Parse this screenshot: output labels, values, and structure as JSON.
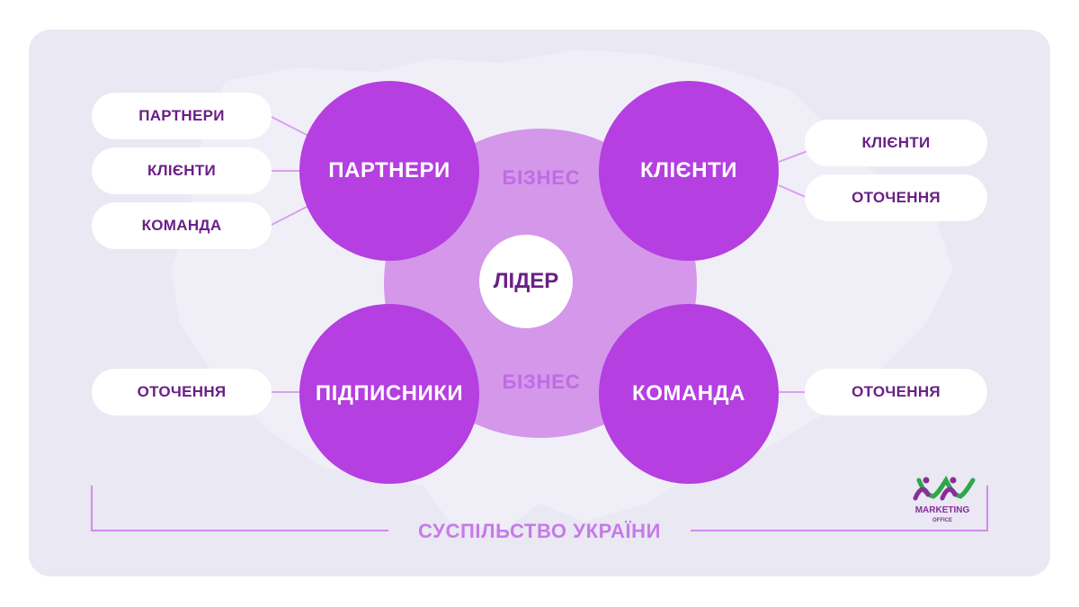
{
  "hub": {
    "center_label": "ЛІДЕР",
    "ring_top_label": "БІЗНЕС",
    "ring_bottom_label": "БІЗНЕС"
  },
  "circles": {
    "top_left": "ПАРТНЕРИ",
    "top_right": "КЛІЄНТИ",
    "bottom_left": "ПІДПИСНИКИ",
    "bottom_right": "КОМАНДА"
  },
  "pills": {
    "top_left": [
      "ПАРТНЕРИ",
      "КЛІЄНТИ",
      "КОМАНДА"
    ],
    "top_right": [
      "КЛІЄНТИ",
      "ОТОЧЕННЯ"
    ],
    "bottom_left": [
      "ОТОЧЕННЯ"
    ],
    "bottom_right": [
      "ОТОЧЕННЯ"
    ]
  },
  "footer": {
    "label": "СУСПІЛЬСТВО УКРАЇНИ"
  },
  "logo": {
    "line1": "MARKETING",
    "line2": "OFFICE"
  },
  "colors": {
    "circle": "#b53fe0",
    "hub": "#d497ea",
    "text_dark": "#6a1f86",
    "accent": "#c77ae8",
    "panel": "#e9e8f3"
  }
}
